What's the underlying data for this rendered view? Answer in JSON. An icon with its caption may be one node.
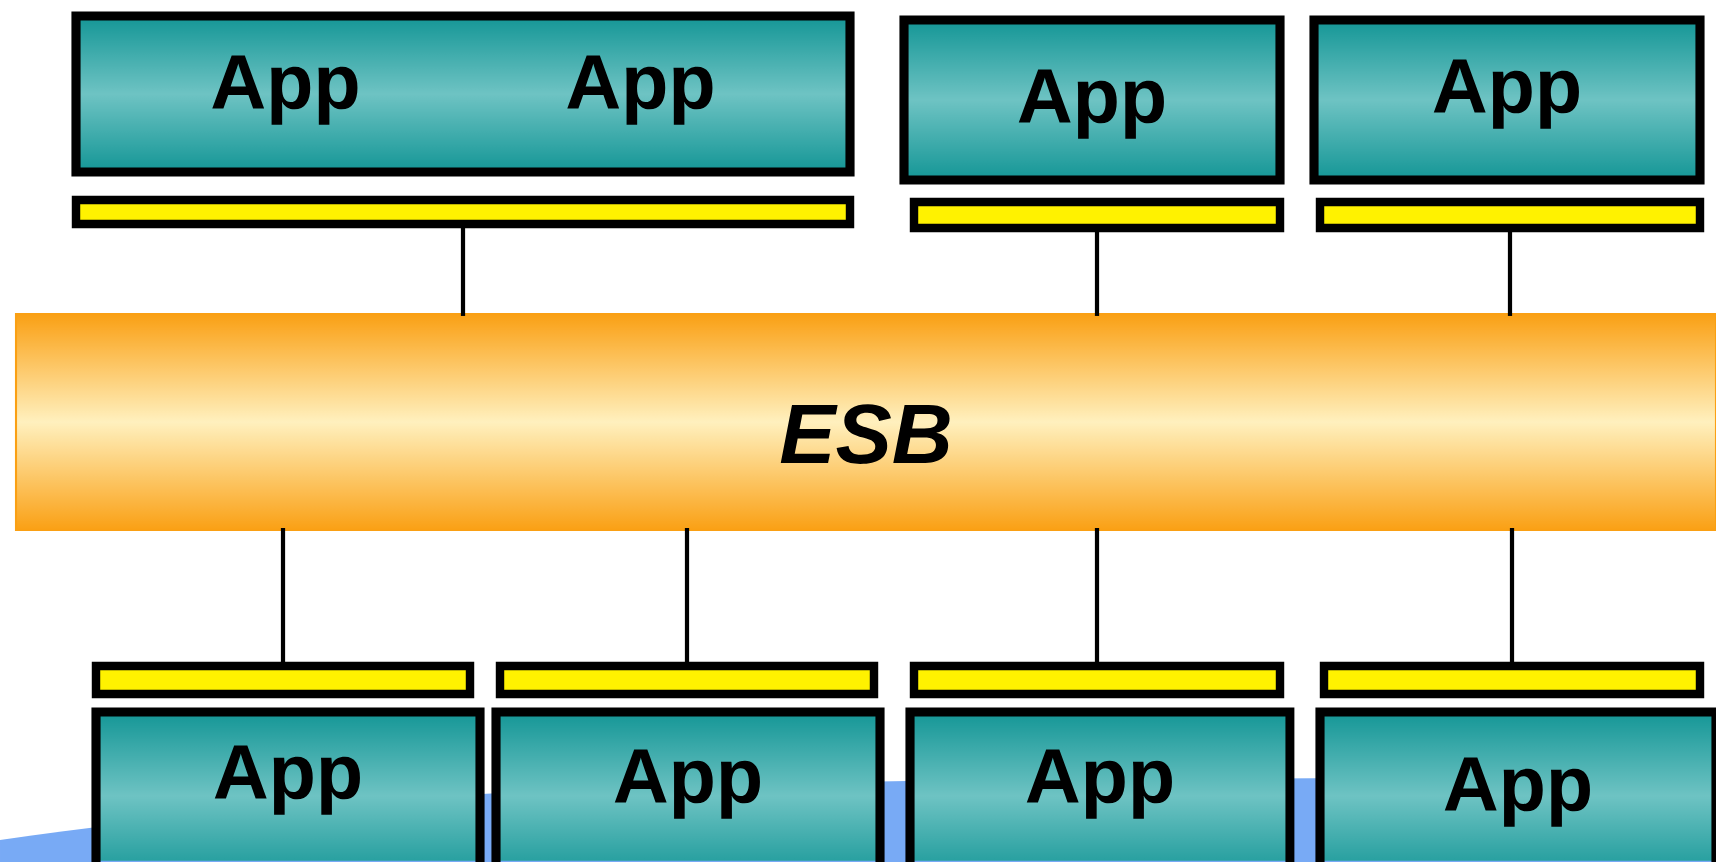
{
  "diagram": {
    "nodes": [
      {
        "text": [
          "App",
          "App"
        ]
      },
      {
        "text": [
          "App"
        ]
      },
      {
        "text": [
          "App"
        ]
      },
      {
        "text": [],
        "shape": "bar"
      },
      {
        "text": [],
        "shape": "bar"
      },
      {
        "text": [],
        "shape": "bar"
      },
      {
        "text": [
          "ESB"
        ]
      },
      {
        "text": [],
        "shape": "bar"
      },
      {
        "text": [],
        "shape": "bar"
      },
      {
        "text": [],
        "shape": "bar"
      },
      {
        "text": [],
        "shape": "bar"
      },
      {
        "text": [
          "App"
        ]
      },
      {
        "text": [
          "App"
        ]
      },
      {
        "text": [
          "App"
        ]
      },
      {
        "text": [
          "App"
        ]
      }
    ],
    "edges": [
      {
        "from": 3,
        "to": 6,
        "arrow": "none"
      },
      {
        "from": 4,
        "to": 6,
        "arrow": "none"
      },
      {
        "from": 5,
        "to": 6,
        "arrow": "none"
      },
      {
        "from": 6,
        "to": 7,
        "arrow": "none"
      },
      {
        "from": 6,
        "to": 8,
        "arrow": "none"
      },
      {
        "from": 6,
        "to": 9,
        "arrow": "none"
      },
      {
        "from": 6,
        "to": 10,
        "arrow": "none"
      }
    ]
  }
}
